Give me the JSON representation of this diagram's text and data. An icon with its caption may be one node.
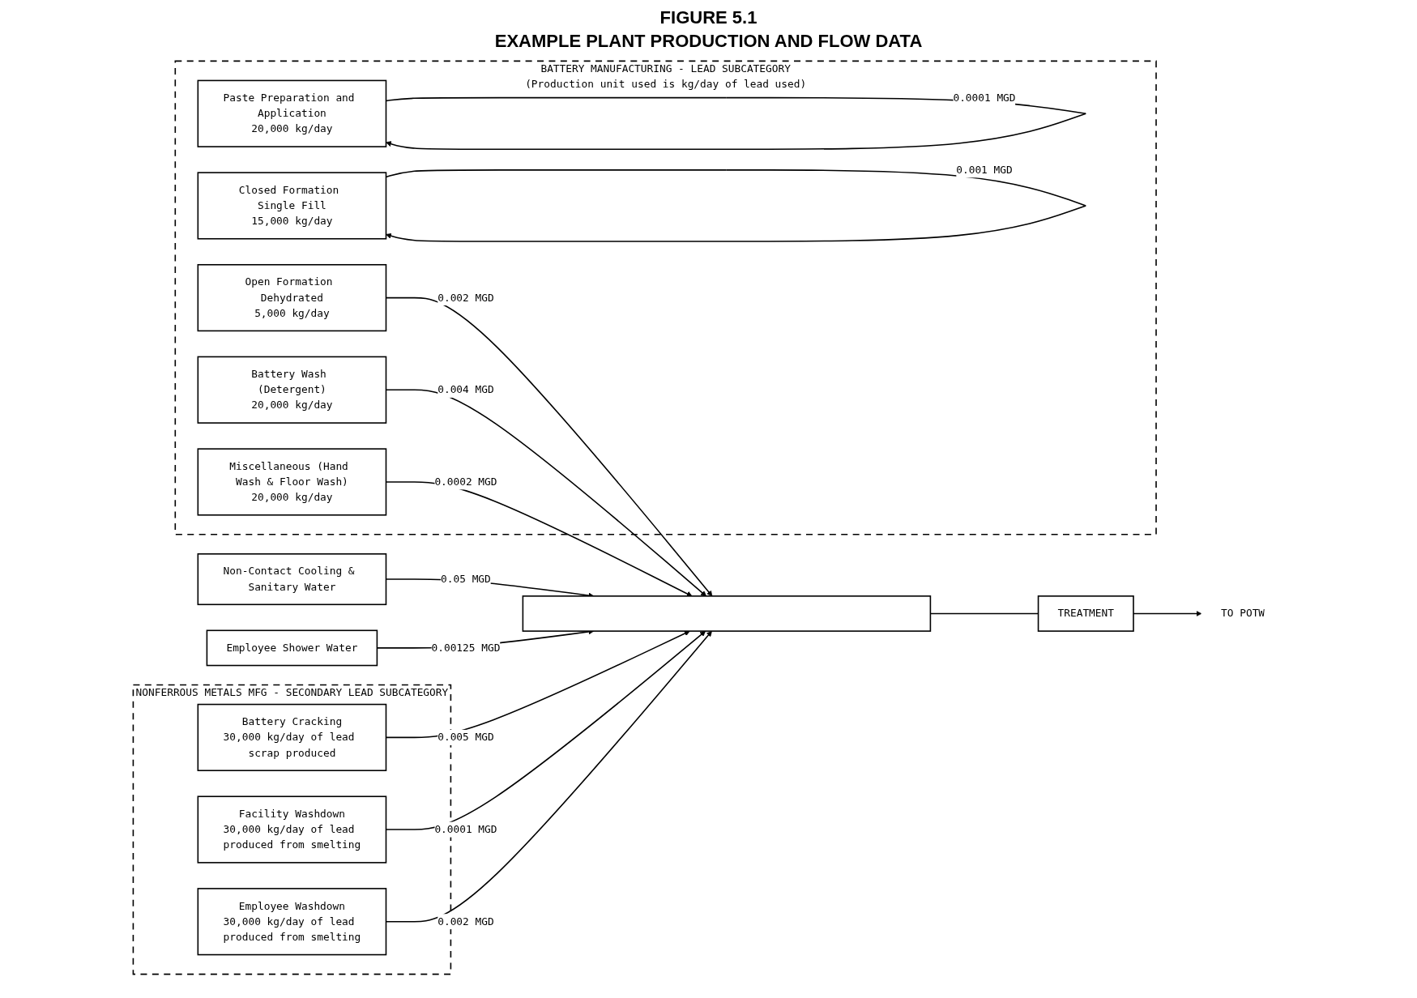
{
  "diagram": {
    "title": "EXAMPLE PLANT PRODUCTION AND FLOW DATA",
    "nodes": [
      {
        "text": [
          "BATTERY MANUFACTURING - LEAD SUBCATEGORY",
          "(Production unit used is kg/day of lead used)"
        ]
      },
      {
        "text": [
          "Paste Preparation and Application",
          "20,000 kg/day"
        ],
        "in": 0
      },
      {
        "text": [
          "Closed Formation Single Fill",
          "15,000 kg/day"
        ],
        "in": 0
      },
      {
        "text": [
          "Open Formation Dehydrated",
          "5,000 kg/day"
        ],
        "in": 0
      },
      {
        "text": [
          "Battery Wash (Detergent)",
          "20,000 kg/day"
        ],
        "in": 0
      },
      {
        "text": [
          "Miscellaneous (Hand Wash & Floor Wash)",
          "20,000 kg/day"
        ],
        "in": 0
      },
      {
        "text": [
          "Non-Contact Cooling & Sanitary Water"
        ]
      },
      {
        "text": [
          "Employee Shower Water"
        ]
      },
      {
        "text": [],
        "shape": "bar"
      },
      {
        "text": [
          "TREATMENT"
        ]
      },
      {
        "text": [
          "TO POTW"
        ]
      },
      {
        "text": [
          "NONFERROUS METALS MFG - SECONDARY LEAD SUBCATEGORY"
        ]
      },
      {
        "text": [
          "Battery Cracking",
          "30,000 kg/day of lead scrap produced"
        ],
        "in": 11
      },
      {
        "text": [
          "Facility Washdown",
          "30,000 kg/day of lead produced from smelting"
        ],
        "in": 11
      },
      {
        "text": [
          "Employee Washdown",
          "30,000 kg/day of lead produced from smelting"
        ],
        "in": 11
      }
    ],
    "edges": [
      {
        "from": 1,
        "to": 1,
        "arrow": "to",
        "label": "0.0001 MGD"
      },
      {
        "from": 2,
        "to": 2,
        "arrow": "to",
        "label": "0.001 MGD"
      },
      {
        "from": 6,
        "to": 8,
        "arrow": "to",
        "label": "0.05 MGD"
      },
      {
        "from": 7,
        "to": 8,
        "arrow": "to",
        "label": "0.00125 MGD"
      },
      {
        "from": 3,
        "to": 8,
        "arrow": "to",
        "label": "0.002 MGD"
      },
      {
        "from": 4,
        "to": 8,
        "arrow": "to",
        "label": "0.004 MGD"
      },
      {
        "from": 5,
        "to": 8,
        "arrow": "to",
        "label": "0.0002 MGD"
      },
      {
        "from": 12,
        "to": 8,
        "arrow": "to",
        "label": "0.005 MGD"
      },
      {
        "from": 13,
        "to": 8,
        "arrow": "to",
        "label": "0.0001 MGD"
      },
      {
        "from": 14,
        "to": 8,
        "arrow": "to",
        "label": "0.002 MGD"
      },
      {
        "from": 8,
        "to": 9,
        "arrow": "none"
      },
      {
        "from": 9,
        "to": 10,
        "arrow": "to"
      }
    ],
    "labels": [
      "FIGURE 5.1"
    ]
  }
}
